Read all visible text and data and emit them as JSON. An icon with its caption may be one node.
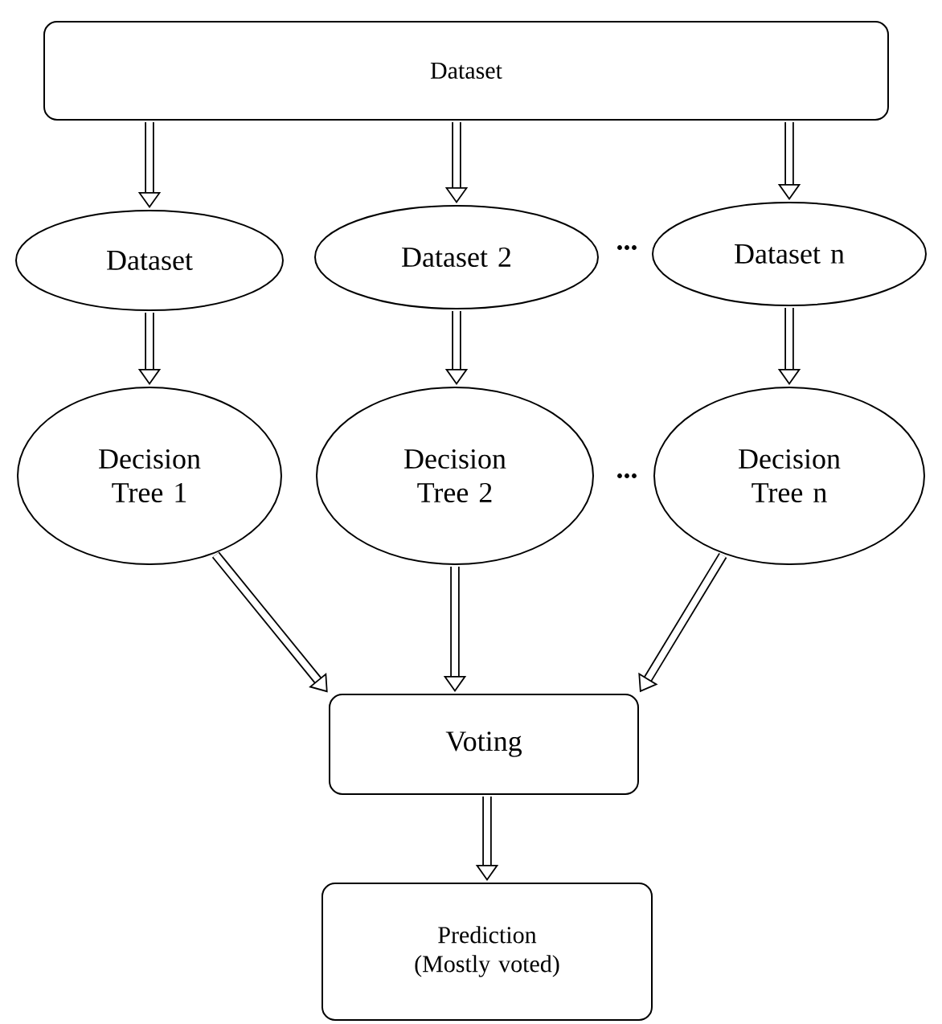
{
  "diagram": {
    "nodes": [
      {
        "text": [
          "Dataset"
        ]
      },
      {
        "text": [
          "Dataset"
        ]
      },
      {
        "text": [
          "Dataset 2"
        ]
      },
      {
        "text": [
          "Dataset n"
        ]
      },
      {
        "text": [
          "Decision Tree 1"
        ]
      },
      {
        "text": [
          "Decision Tree 2"
        ]
      },
      {
        "text": [
          "Decision Tree n"
        ]
      },
      {
        "text": [
          "Voting"
        ]
      },
      {
        "text": [
          "Prediction (Mostly voted)"
        ]
      }
    ],
    "edges": [
      {
        "from": 0,
        "to": 1,
        "arrow": "to"
      },
      {
        "from": 0,
        "to": 2,
        "arrow": "to"
      },
      {
        "from": 0,
        "to": 3,
        "arrow": "to"
      },
      {
        "from": 1,
        "to": 4,
        "arrow": "to"
      },
      {
        "from": 2,
        "to": 5,
        "arrow": "to"
      },
      {
        "from": 3,
        "to": 6,
        "arrow": "to"
      },
      {
        "from": 4,
        "to": 7,
        "arrow": "to"
      },
      {
        "from": 5,
        "to": 7,
        "arrow": "to"
      },
      {
        "from": 6,
        "to": 7,
        "arrow": "to"
      },
      {
        "from": 7,
        "to": 8,
        "arrow": "to"
      }
    ],
    "labels": [
      "...",
      "..."
    ]
  }
}
